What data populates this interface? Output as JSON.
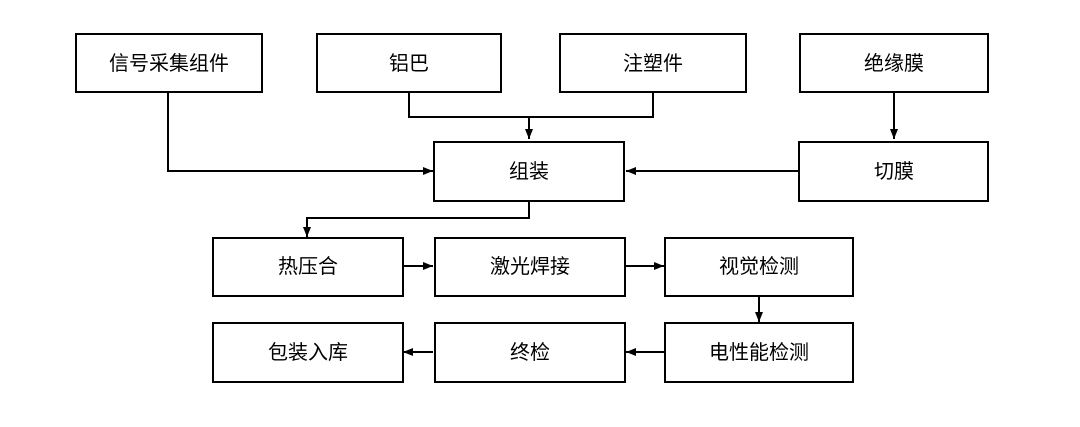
{
  "diagram": {
    "nodes": {
      "signal": "信号采集组件",
      "aluminum": "铝巴",
      "plastic": "注塑件",
      "film": "绝缘膜",
      "assemble": "组装",
      "cut": "切膜",
      "hotpress": "热压合",
      "laser": "激光焊接",
      "vision": "视觉检测",
      "package": "包装入库",
      "final": "终检",
      "electrical": "电性能检测"
    },
    "edges": [
      [
        "signal",
        "assemble"
      ],
      [
        "aluminum",
        "assemble"
      ],
      [
        "plastic",
        "assemble"
      ],
      [
        "film",
        "cut"
      ],
      [
        "cut",
        "assemble"
      ],
      [
        "assemble",
        "hotpress"
      ],
      [
        "hotpress",
        "laser"
      ],
      [
        "laser",
        "vision"
      ],
      [
        "vision",
        "electrical"
      ],
      [
        "electrical",
        "final"
      ],
      [
        "final",
        "package"
      ]
    ],
    "colors": {
      "stroke": "#000000",
      "background": "#ffffff"
    }
  }
}
